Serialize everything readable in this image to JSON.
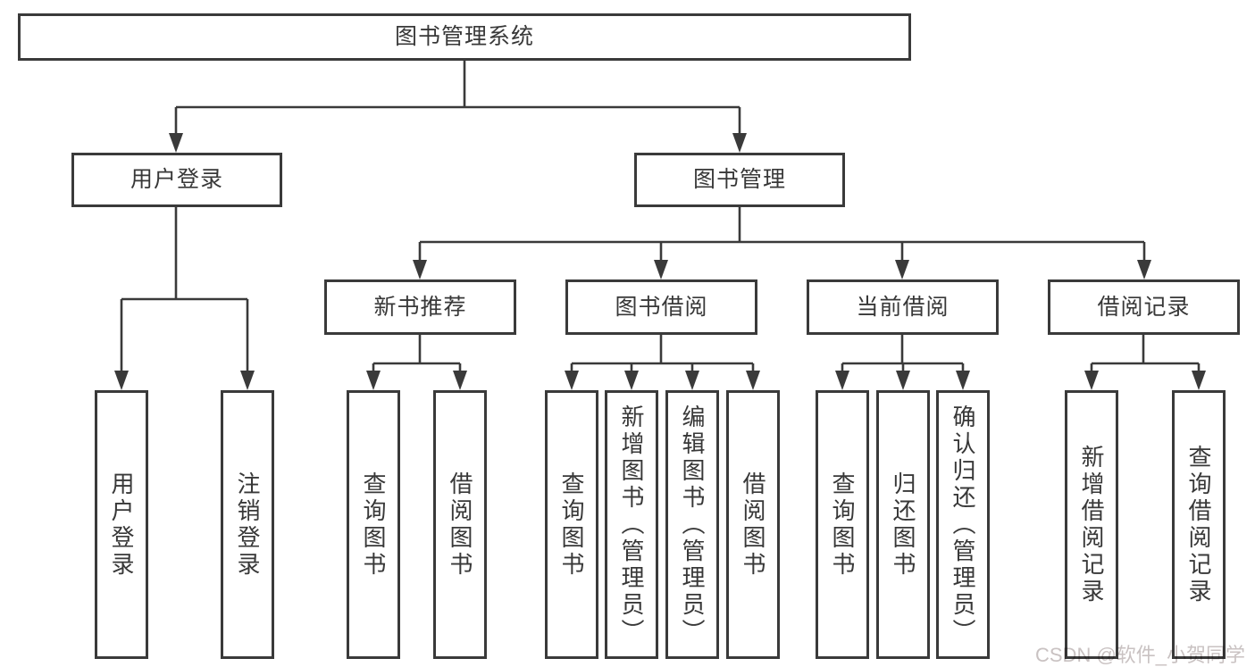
{
  "colors": {
    "line": "#3a3a3a",
    "text": "#383838",
    "bg": "#ffffff",
    "node_fill": "#ffffff",
    "watermark": "#c9c2c2"
  },
  "root": {
    "label": "图书管理系统"
  },
  "modules": [
    {
      "label": "用户登录",
      "items": [
        {
          "label": "用户登录"
        },
        {
          "label": "注销登录"
        }
      ]
    },
    {
      "label": "图书管理",
      "sections": [
        {
          "label": "新书推荐",
          "items": [
            {
              "label": "查询图书"
            },
            {
              "label": "借阅图书"
            }
          ]
        },
        {
          "label": "图书借阅",
          "items": [
            {
              "label": "查询图书"
            },
            {
              "label": "新增图书（管理员）"
            },
            {
              "label": "编辑图书（管理员）"
            },
            {
              "label": "借阅图书"
            }
          ]
        },
        {
          "label": "当前借阅",
          "items": [
            {
              "label": "查询图书"
            },
            {
              "label": "归还图书"
            },
            {
              "label": "确认归还（管理员）"
            }
          ]
        },
        {
          "label": "借阅记录",
          "items": [
            {
              "label": "新增借阅记录"
            },
            {
              "label": "查询借阅记录"
            }
          ]
        }
      ]
    }
  ],
  "watermark": {
    "text": "CSDN @软件_小贺同学"
  }
}
